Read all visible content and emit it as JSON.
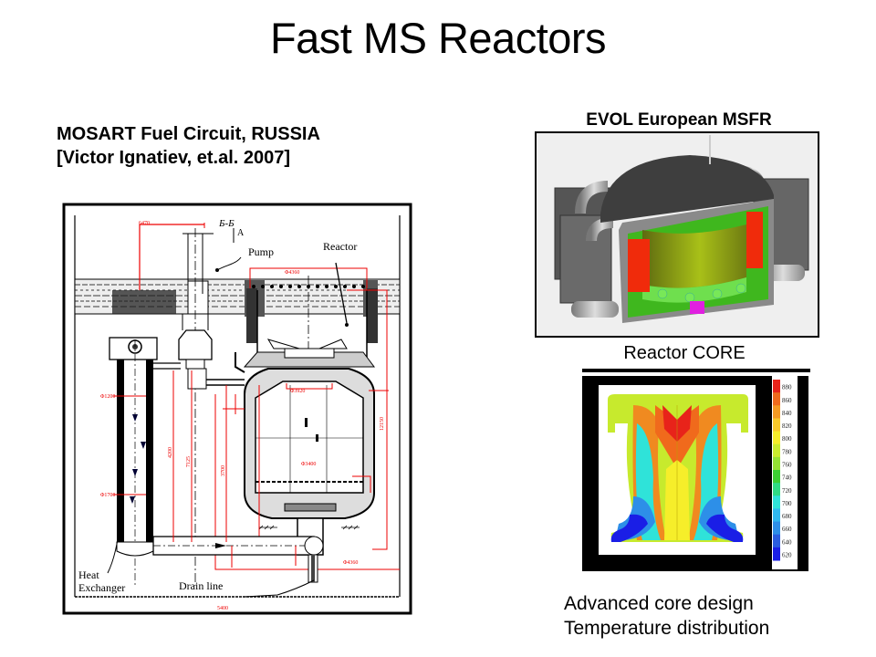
{
  "slide": {
    "title": "Fast MS Reactors"
  },
  "left": {
    "heading_line1": "MOSART Fuel Circuit, RUSSIA",
    "heading_line2": "[Victor Ignatiev, et.al. 2007]",
    "drawing_labels": {
      "pump": "Pump",
      "reactor": "Reactor",
      "heat_exchanger_1": "Heat",
      "heat_exchanger_2": "Exchanger",
      "drain_line": "Drain line",
      "section": "Б-Б",
      "section_a": "A"
    }
  },
  "right_top": {
    "heading": "EVOL European MSFR"
  },
  "right_bottom": {
    "heading": "Reactor CORE",
    "caption_line1": "Advanced core design",
    "caption_line2": "Temperature distribution",
    "colorbar": {
      "colors": [
        "#e8231a",
        "#f06a1c",
        "#f59a22",
        "#f9c92a",
        "#f6ee2a",
        "#c9ec2e",
        "#94e234",
        "#3ccf34",
        "#2fdc84",
        "#2fe3d9",
        "#2fb8f0",
        "#2d8fe8",
        "#2a5de0",
        "#1a1ee6"
      ],
      "labels": [
        "880",
        "860",
        "840",
        "820",
        "800",
        "780",
        "760",
        "740",
        "720",
        "700",
        "680",
        "660",
        "640",
        "620"
      ]
    }
  }
}
